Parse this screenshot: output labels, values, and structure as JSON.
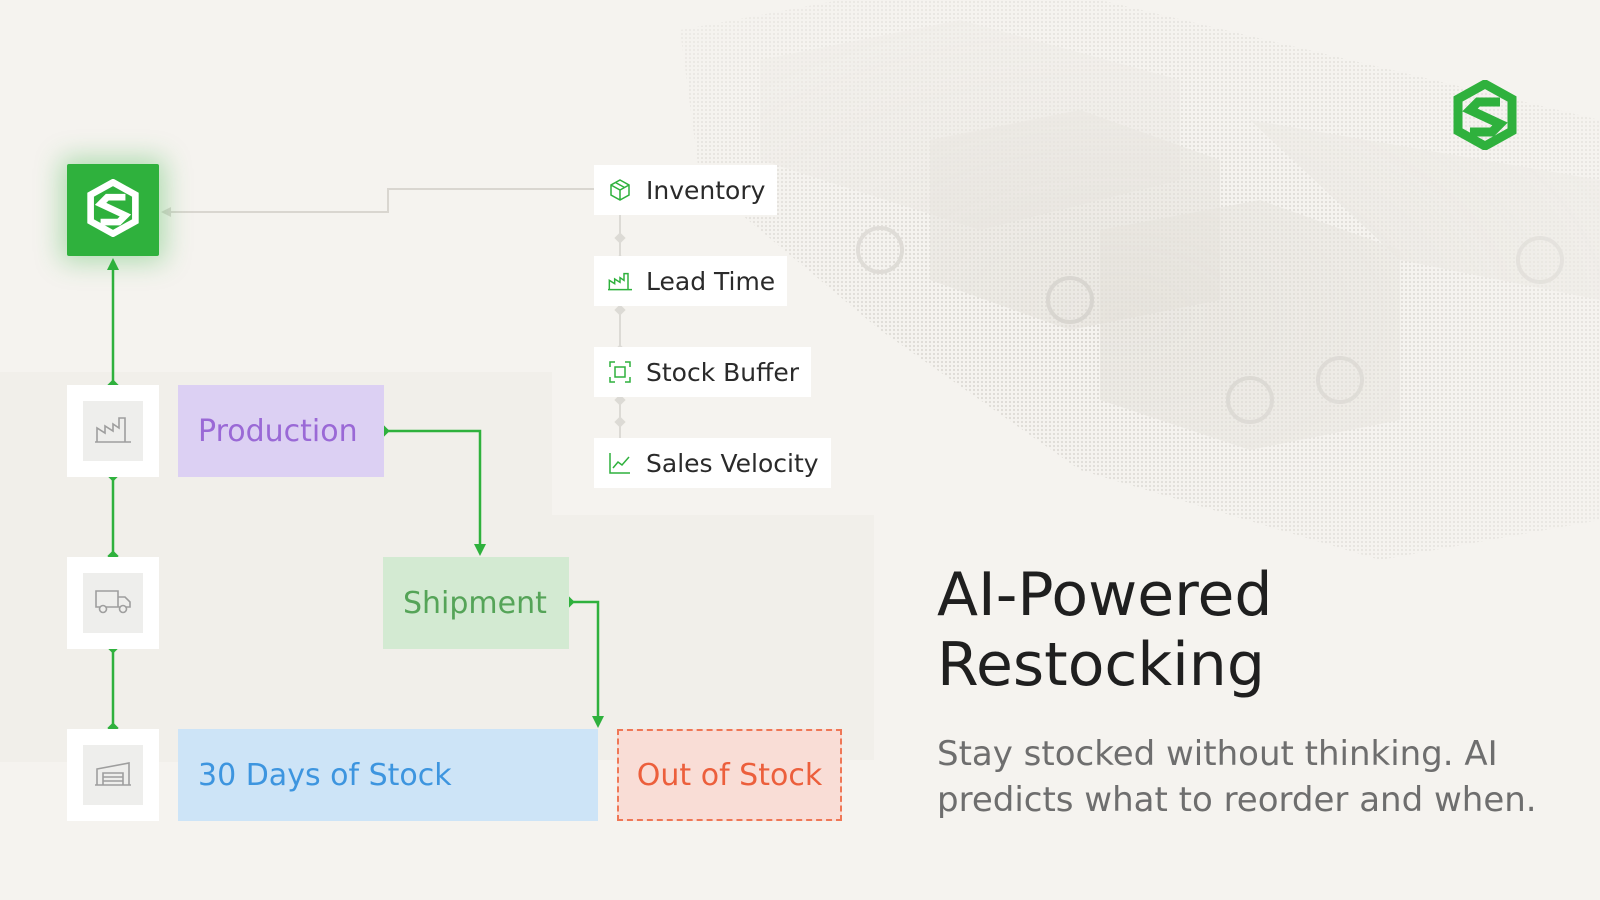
{
  "icons": {
    "brand_logo": "s-hexagon-logo-icon",
    "inventory": "box-icon",
    "lead_time": "factory-icon",
    "stock_buffer": "buffer-frame-icon",
    "sales_velocity": "trend-up-icon",
    "production_row": "factory-icon",
    "shipment_row": "truck-icon",
    "stock_row": "warehouse-icon"
  },
  "colors": {
    "brand_green": "#2fb13d",
    "production": "#dcd0f3",
    "shipment": "#d3ead2",
    "stock": "#cde4f7",
    "out_of_stock": "#f9ddd6"
  },
  "factors": [
    {
      "label": "Inventory"
    },
    {
      "label": "Lead Time"
    },
    {
      "label": "Stock Buffer"
    },
    {
      "label": "Sales Velocity"
    }
  ],
  "stages": {
    "production": "Production",
    "shipment": "Shipment",
    "days_of_stock": "30 Days of Stock",
    "out_of_stock": "Out of Stock"
  },
  "headline": {
    "line1": "AI-Powered",
    "line2": "Restocking"
  },
  "subheadline": "Stay stocked without thinking. AI predicts what to reorder and when."
}
